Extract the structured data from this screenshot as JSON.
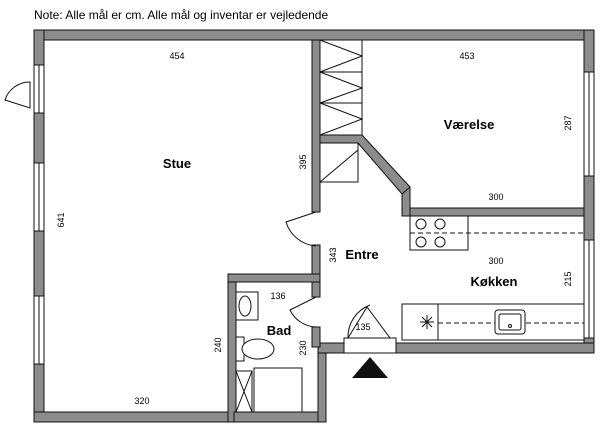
{
  "note": "Note: Alle mål er cm. Alle mål og inventar er vejledende",
  "rooms": {
    "stue": "Stue",
    "vaerelse": "Værelse",
    "entre": "Entre",
    "koekken": "Køkken",
    "bad": "Bad"
  },
  "dimensions": {
    "stue_width": "454",
    "stue_height": "641",
    "stue_bottom": "320",
    "vaerelse_width": "453",
    "vaerelse_height": "287",
    "wall_395": "395",
    "entre_343": "343",
    "koekken_width": "300",
    "koekken_height": "215",
    "koekken_bottom": "300",
    "bad_width": "136",
    "bad_height": "230",
    "bad_left": "240",
    "entrance_135": "135"
  },
  "colors": {
    "wall": "#8c8c8c",
    "line": "#111111"
  }
}
